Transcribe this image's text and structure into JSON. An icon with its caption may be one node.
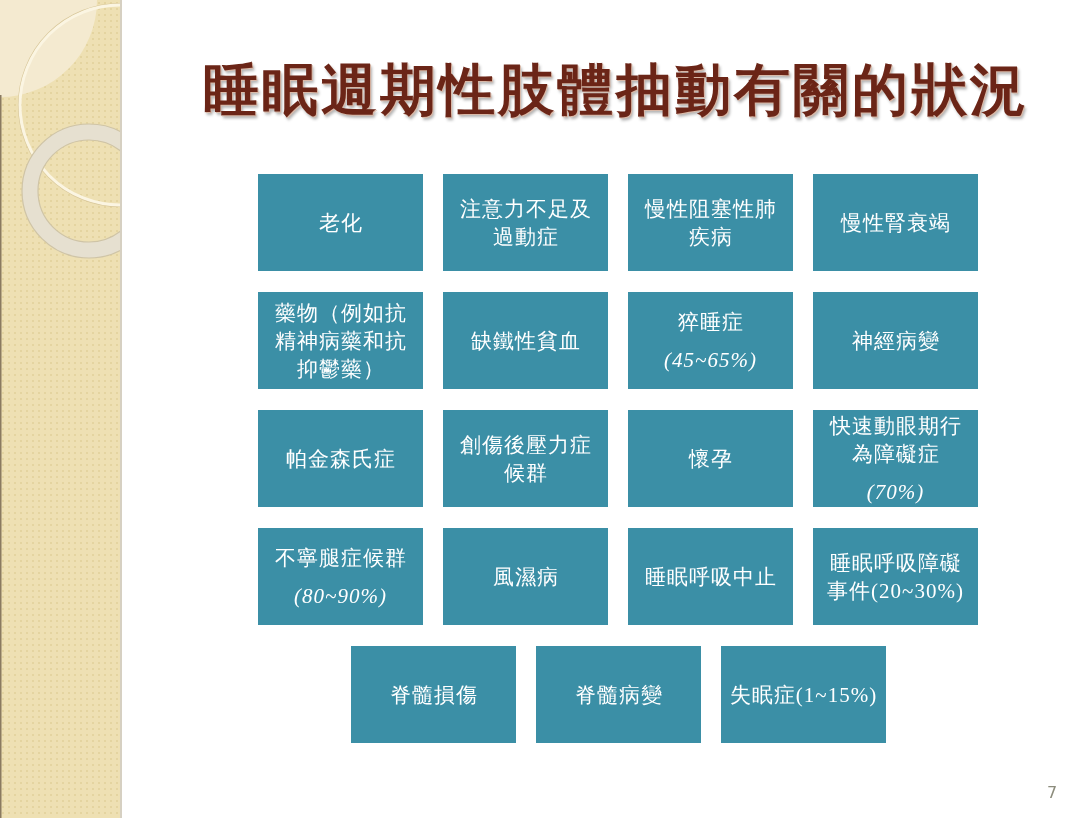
{
  "diagram": {
    "title": "睡眠週期性肢體抽動有關的狀況",
    "nodes": [
      {
        "text": [
          "老化"
        ]
      },
      {
        "text": [
          "注意力不足及過動症"
        ]
      },
      {
        "text": [
          "慢性阻塞性肺疾病"
        ]
      },
      {
        "text": [
          "慢性腎衰竭"
        ]
      },
      {
        "text": [
          "藥物（例如抗精神病藥和抗抑鬱藥）"
        ]
      },
      {
        "text": [
          "缺鐵性貧血"
        ]
      },
      {
        "text": [
          "猝睡症",
          "(45~65%)"
        ]
      },
      {
        "text": [
          "神經病變"
        ]
      },
      {
        "text": [
          "帕金森氏症"
        ]
      },
      {
        "text": [
          "創傷後壓力症候群"
        ]
      },
      {
        "text": [
          "懷孕"
        ]
      },
      {
        "text": [
          "快速動眼期行為障礙症",
          "(70%)"
        ]
      },
      {
        "text": [
          "不寧腿症候群",
          "(80~90%)"
        ]
      },
      {
        "text": [
          "風濕病"
        ]
      },
      {
        "text": [
          "睡眠呼吸中止"
        ]
      },
      {
        "text": [
          "睡眠呼吸障礙事件(20~30%)"
        ]
      },
      {
        "text": [
          "脊髓損傷"
        ]
      },
      {
        "text": [
          "脊髓病變"
        ]
      },
      {
        "text": [
          "失眠症(1~15%)"
        ]
      }
    ],
    "labels": [
      "7"
    ]
  }
}
